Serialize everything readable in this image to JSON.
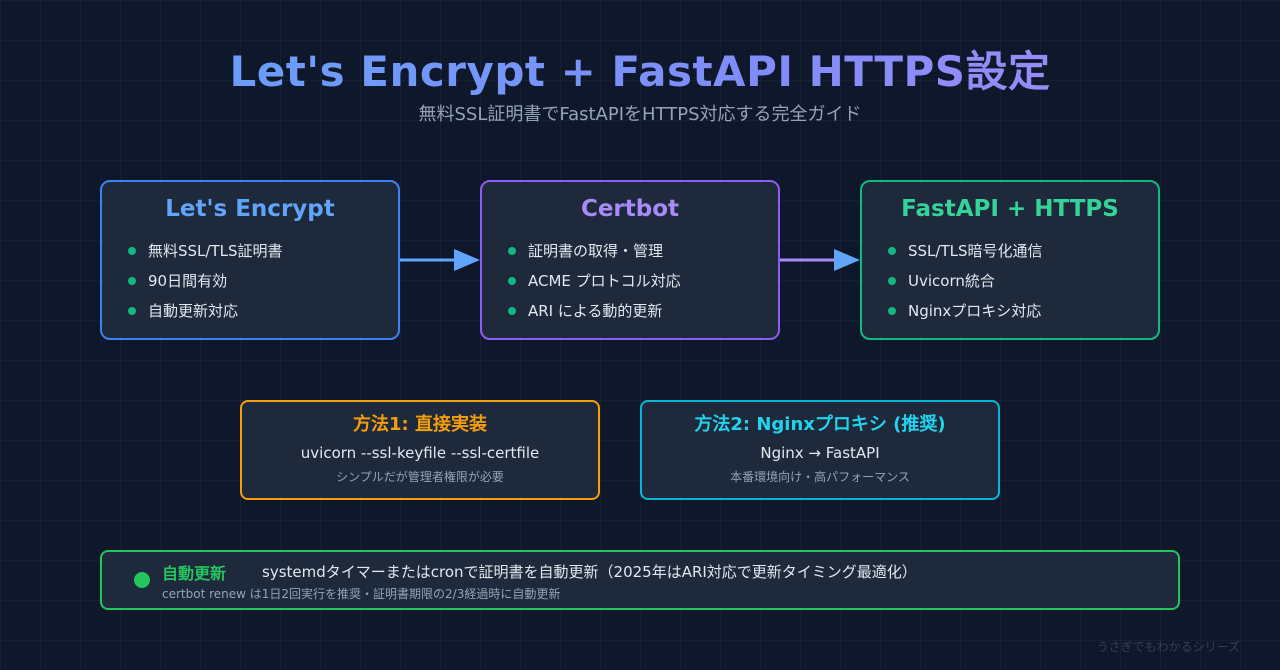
{
  "header": {
    "title": "Let's Encrypt + FastAPI HTTPS設定",
    "subtitle": "無料SSL証明書でFastAPIをHTTPS対応する完全ガイド"
  },
  "cards": [
    {
      "title": "Let's Encrypt",
      "items": [
        "無料SSL/TLS証明書",
        "90日間有効",
        "自動更新対応"
      ]
    },
    {
      "title": "Certbot",
      "items": [
        "証明書の取得・管理",
        "ACME プロトコル対応",
        "ARI による動的更新"
      ]
    },
    {
      "title": "FastAPI + HTTPS",
      "items": [
        "SSL/TLS暗号化通信",
        "Uvicorn統合",
        "Nginxプロキシ対応"
      ]
    }
  ],
  "methods": [
    {
      "title": "方法1: 直接実装",
      "command": "uvicorn --ssl-keyfile --ssl-certfile",
      "note": "シンプルだが管理者権限が必要"
    },
    {
      "title": "方法2: Nginxプロキシ (推奨)",
      "command": "Nginx → FastAPI",
      "note": "本番環境向け・高パフォーマンス"
    }
  ],
  "auto_renew": {
    "label": "自動更新",
    "description": "systemdタイマーまたはcronで証明書を自動更新（2025年はARI対応で更新タイミング最適化）",
    "detail": "certbot renew は1日2回実行を推奨・証明書期限の2/3経過時に自動更新"
  },
  "footer": "うさぎでもわかるシリーズ",
  "colors": {
    "background": "#0f172a",
    "letsencrypt": "#3b82f6",
    "certbot": "#8b5cf6",
    "fastapi": "#10b981",
    "method1": "#f59e0b",
    "method2": "#06b6d4",
    "auto_renew": "#22c55e"
  }
}
